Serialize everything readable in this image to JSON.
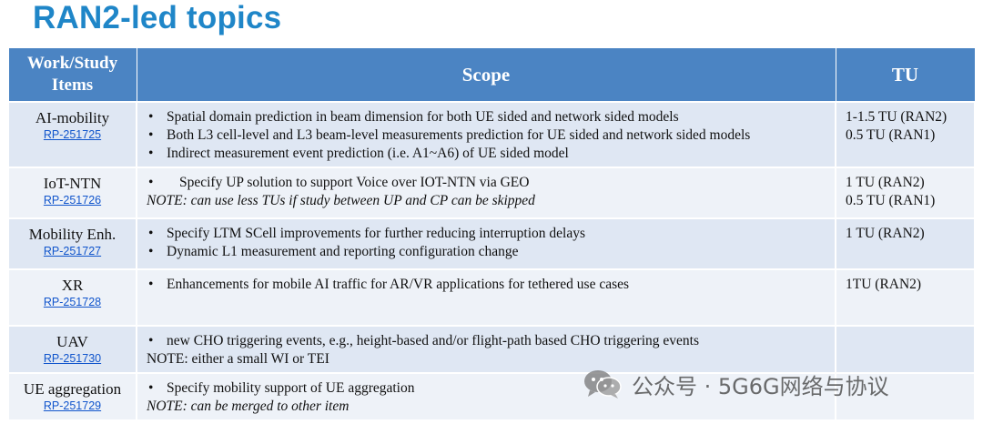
{
  "title": "RAN2-led topics",
  "headers": {
    "col1": "Work/Study Items",
    "col2": "Scope",
    "col3": "TU"
  },
  "rows": [
    {
      "name": "AI-mobility",
      "ref": "RP-251725",
      "bullets": [
        "Spatial domain prediction in beam dimension for both UE sided and network sided models",
        "Both L3 cell-level and L3 beam-level measurements prediction for UE sided and network sided models",
        "Indirect measurement event prediction (i.e. A1~A6) of UE sided model"
      ],
      "note": "",
      "tu": [
        "1-1.5 TU (RAN2)",
        "0.5 TU (RAN1)"
      ]
    },
    {
      "name": "IoT-NTN",
      "ref": "RP-251726",
      "bullets": [
        "Specify UP solution to support Voice over IOT-NTN via GEO"
      ],
      "note": "NOTE: can use less TUs if study between UP and CP can be skipped",
      "tu": [
        "1 TU (RAN2)",
        "0.5 TU (RAN1)"
      ]
    },
    {
      "name": "Mobility Enh.",
      "ref": "RP-251727",
      "bullets": [
        "Specify LTM SCell improvements for further reducing interruption delays",
        "Dynamic L1 measurement and reporting configuration change"
      ],
      "note": "",
      "tu": [
        "1 TU (RAN2)"
      ]
    },
    {
      "name": "XR",
      "ref": "RP-251728",
      "bullets": [
        "Enhancements for mobile AI traffic for AR/VR applications for tethered use cases"
      ],
      "note": "",
      "tu": [
        "1TU (RAN2)"
      ]
    },
    {
      "name": "UAV",
      "ref": "RP-251730",
      "bullets": [
        "new CHO triggering events, e.g., height-based and/or flight-path based CHO triggering events"
      ],
      "note": "NOTE: either a small WI or TEI",
      "tu": []
    },
    {
      "name": "UE aggregation",
      "ref": "RP-251729",
      "bullets": [
        "Specify mobility support of UE aggregation"
      ],
      "note": "NOTE: can be merged to other item",
      "tu": []
    }
  ],
  "watermark": {
    "text": "公众号 · 5G6G网络与协议",
    "icon": "wechat-icon"
  }
}
